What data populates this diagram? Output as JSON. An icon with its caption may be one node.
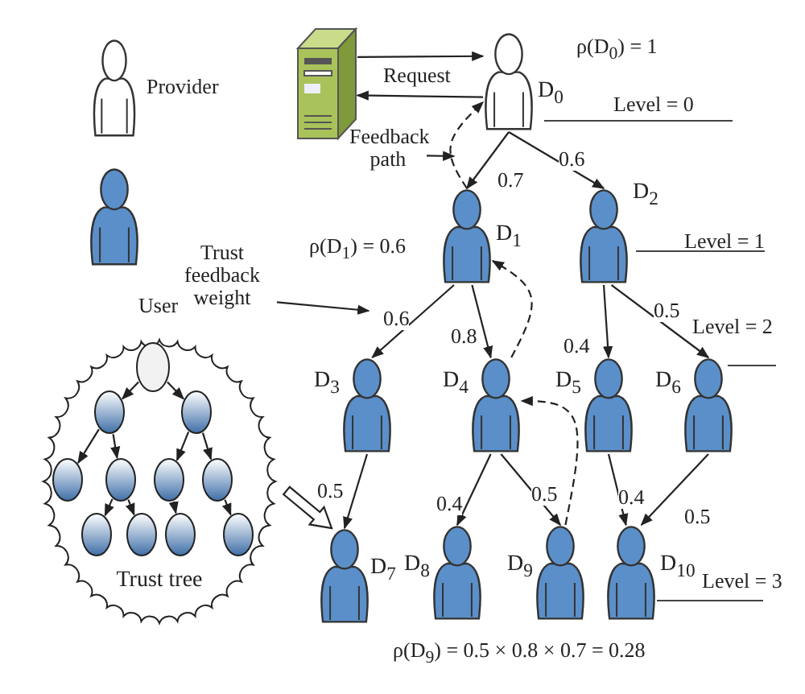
{
  "diagram": {
    "nodes": [
      {
        "text": [],
        "shape": "picture"
      },
      {
        "text": [
          "D$_{0}$"
        ]
      },
      {
        "text": [
          "D$_{1}$"
        ]
      },
      {
        "text": [
          "D$_{2}$"
        ]
      },
      {
        "text": [
          "D$_{3}$"
        ]
      },
      {
        "text": [
          "D$_{4}$"
        ]
      },
      {
        "text": [
          "D$_{5}$"
        ]
      },
      {
        "text": [
          "D$_{6}$"
        ]
      },
      {
        "text": [
          "D$_{7}$"
        ]
      },
      {
        "text": [
          "D$_{8}$"
        ]
      },
      {
        "text": [
          "D$_{9}$"
        ]
      },
      {
        "text": [
          "D$_{10}$"
        ]
      },
      {
        "text": [
          "Trust feedback weight"
        ]
      },
      {
        "text": [
          "Feedback path"
        ]
      },
      {
        "text": [
          "Trust tree"
        ]
      },
      {
        "text": [],
        "shape": "circle",
        "in": 14
      },
      {
        "text": [],
        "shape": "circle",
        "in": 14
      },
      {
        "text": [],
        "shape": "circle",
        "in": 14
      },
      {
        "text": [],
        "shape": "circle",
        "in": 14
      },
      {
        "text": [],
        "shape": "circle",
        "in": 14
      },
      {
        "text": [],
        "shape": "circle",
        "in": 14
      },
      {
        "text": [],
        "shape": "circle",
        "in": 14
      },
      {
        "text": [],
        "shape": "circle",
        "in": 14
      },
      {
        "text": [],
        "shape": "circle",
        "in": 14
      },
      {
        "text": [],
        "shape": "circle",
        "in": 14
      },
      {
        "text": [],
        "shape": "circle",
        "in": 14
      }
    ],
    "edges": [
      {
        "from": 0,
        "to": 1,
        "arrow": "to",
        "label": "Request"
      },
      {
        "from": 1,
        "to": 0,
        "arrow": "to"
      },
      {
        "from": 1,
        "to": 2,
        "arrow": "to",
        "label": "0.7"
      },
      {
        "from": 1,
        "to": 3,
        "arrow": "to",
        "label": "0.6"
      },
      {
        "from": 2,
        "to": 4,
        "arrow": "to",
        "label": "0.6"
      },
      {
        "from": 2,
        "to": 5,
        "arrow": "to",
        "label": "0.8"
      },
      {
        "from": 3,
        "to": 6,
        "arrow": "to",
        "label": "0.4"
      },
      {
        "from": 3,
        "to": 7,
        "arrow": "to",
        "label": "0.5"
      },
      {
        "from": 4,
        "to": 8,
        "arrow": "to",
        "label": "0.5"
      },
      {
        "from": 5,
        "to": 9,
        "arrow": "to",
        "label": "0.4"
      },
      {
        "from": 5,
        "to": 10,
        "arrow": "to",
        "label": "0.5"
      },
      {
        "from": 6,
        "to": 11,
        "arrow": "to",
        "label": "0.4"
      },
      {
        "from": 7,
        "to": 11,
        "arrow": "to",
        "label": "0.5"
      },
      {
        "from": 2,
        "to": 1,
        "arrow": "to",
        "style": "dashed"
      },
      {
        "from": 5,
        "to": 2,
        "arrow": "to",
        "style": "dashed"
      },
      {
        "from": 10,
        "to": 5,
        "arrow": "to",
        "style": "dashed"
      },
      {
        "from": 14,
        "to": 8,
        "arrow": "to",
        "style": "thick"
      },
      {
        "from": 12,
        "to": null,
        "arrow": "to"
      },
      {
        "from": 13,
        "to": null,
        "arrow": "to"
      },
      {
        "from": 15,
        "to": 16,
        "arrow": "to"
      },
      {
        "from": 15,
        "to": 17,
        "arrow": "to"
      },
      {
        "from": 16,
        "to": 18,
        "arrow": "to"
      },
      {
        "from": 16,
        "to": 19,
        "arrow": "to"
      },
      {
        "from": 17,
        "to": 20,
        "arrow": "to"
      },
      {
        "from": 17,
        "to": 21,
        "arrow": "to"
      },
      {
        "from": 19,
        "to": 22,
        "arrow": "to"
      },
      {
        "from": 19,
        "to": 23,
        "arrow": "to"
      },
      {
        "from": 20,
        "to": 24,
        "arrow": "to"
      },
      {
        "from": 21,
        "to": 25,
        "arrow": "to"
      }
    ],
    "labels": [
      "ρ(D$_{0}$) = 1",
      "Level = 0",
      "ρ(D$_{1}$) = 0.6",
      "Level = 1",
      "Level = 2",
      "User",
      "Level = 3",
      "ρ(D$_{9}$) = 0.5 × 0.8 × 0.7 = 0.28"
    ],
    "legend": [
      {
        "text": "Provider"
      }
    ]
  }
}
